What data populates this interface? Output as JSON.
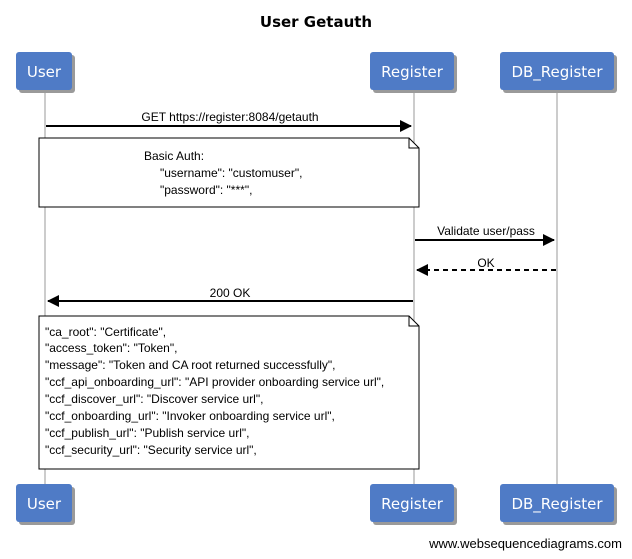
{
  "title": "User Getauth",
  "actors": {
    "user": "User",
    "register": "Register",
    "db_register": "DB_Register"
  },
  "messages": {
    "get_request": "GET https://register:8084/getauth",
    "validate": "Validate user/pass",
    "ok": "OK",
    "response": "200 OK"
  },
  "notes": {
    "request_note": {
      "lines": [
        "Basic Auth:",
        "\"username\": \"customuser\",",
        "\"password\": \"***\","
      ]
    },
    "response_note": {
      "lines": [
        "\"ca_root\": \"Certificate\",",
        "\"access_token\": \"Token\",",
        "\"message\": \"Token and CA root returned successfully\",",
        "\"ccf_api_onboarding_url\": \"API provider onboarding service url\",",
        "\"ccf_discover_url\": \"Discover service url\",",
        "\"ccf_onboarding_url\": \"Invoker onboarding service url\",",
        "\"ccf_publish_url\": \"Publish service url\",",
        "\"ccf_security_url\": \"Security service url\","
      ]
    }
  },
  "watermark": "www.websequencediagrams.com",
  "colors": {
    "actor_fill": "#4f7bc6",
    "actor_shadow": "#9a9a9a",
    "lifeline": "#9a9a9a",
    "note_fill": "#ffffff",
    "note_border": "#000000"
  }
}
